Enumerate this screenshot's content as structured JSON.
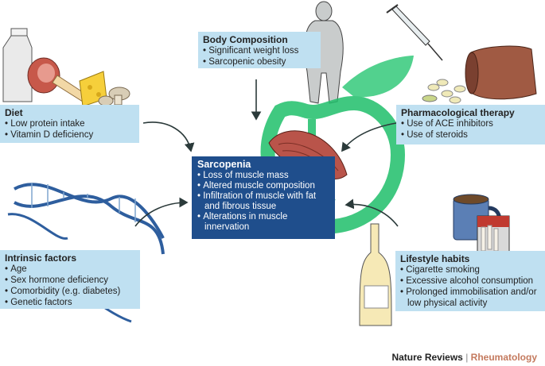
{
  "body_composition": {
    "title": "Body Composition",
    "items": [
      "Significant weight loss",
      "Sarcopenic obesity"
    ]
  },
  "diet": {
    "title": "Diet",
    "items": [
      "Low protein intake",
      "Vitamin D deficiency"
    ]
  },
  "pharmacological": {
    "title": "Pharmacological therapy",
    "items": [
      "Use of ACE inhibitors",
      "Use of steroids"
    ]
  },
  "sarcopenia": {
    "title": "Sarcopenia",
    "items": [
      "Loss of muscle mass",
      "Altered muscle composition",
      "Infiltration of muscle with fat and fibrous tissue",
      "Alterations in muscle innervation"
    ]
  },
  "intrinsic": {
    "title": "Intrinsic factors",
    "items": [
      "Age",
      "Sex hormone deficiency",
      "Comorbidity (e.g. diabetes)",
      "Genetic factors"
    ]
  },
  "lifestyle": {
    "title": "Lifestyle habits",
    "items": [
      "Cigarette smoking",
      "Excessive alcohol consumption",
      "Prolonged immobilisation and/or low physical activity"
    ]
  },
  "footer": {
    "journal": "Nature Reviews",
    "separator": "|",
    "section": "Rheumatology"
  },
  "colors": {
    "box_fill": "#bfe0f1",
    "center_fill": "#1f4e8c",
    "watermark": "#1fbf6a",
    "section": "#c47a5e"
  }
}
